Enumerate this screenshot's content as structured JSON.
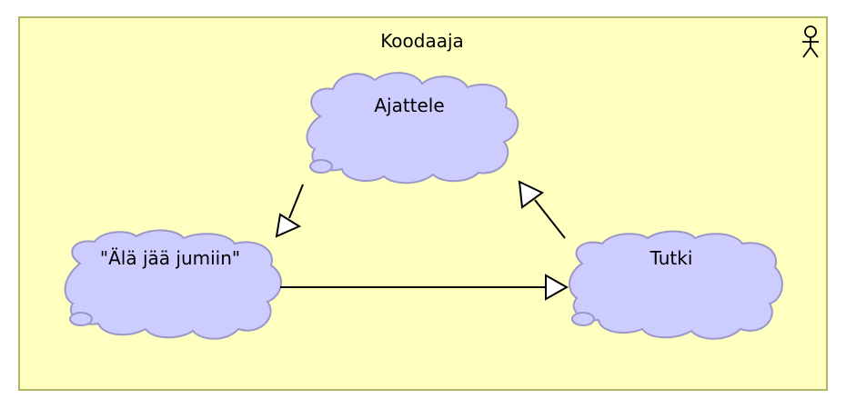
{
  "boundary": {
    "title": "Koodaaja",
    "icon": "actor-icon",
    "fill": "#ffffc0",
    "stroke": "#b5b56a"
  },
  "nodes": [
    {
      "id": "ajattele",
      "label": "Ajattele",
      "shape": "thought-cloud"
    },
    {
      "id": "jumiin",
      "label": "\"Älä jää jumiin\"",
      "shape": "thought-cloud"
    },
    {
      "id": "tutki",
      "label": "Tutki",
      "shape": "thought-cloud"
    }
  ],
  "edges": [
    {
      "from": "ajattele",
      "to": "jumiin",
      "arrowhead": "hollow-triangle"
    },
    {
      "from": "jumiin",
      "to": "tutki",
      "arrowhead": "hollow-triangle"
    },
    {
      "from": "tutki",
      "to": "ajattele",
      "arrowhead": "hollow-triangle"
    }
  ],
  "colors": {
    "cloud_fill": "#ccccff",
    "cloud_stroke": "#9a97c9",
    "edge": "#000000"
  }
}
